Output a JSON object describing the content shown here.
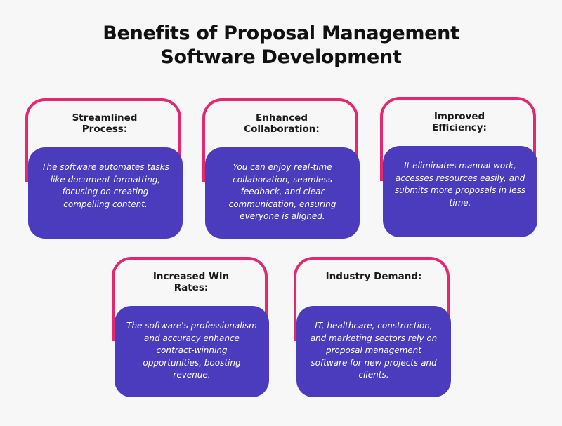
{
  "title": {
    "line1": "Benefits of Proposal Management",
    "line2": "Software Development"
  },
  "colors": {
    "background": "#f7f7f7",
    "frame": "#e4286f",
    "card_body": "#4b3bbd",
    "heading_text": "#1a1a1a",
    "body_text": "#ffffff"
  },
  "cards": [
    {
      "heading": "Streamlined Process:",
      "body": "The software automates tasks like document formatting, focusing on creating compelling content."
    },
    {
      "heading": "Enhanced Collaboration:",
      "body": "You can enjoy real-time collaboration, seamless feedback, and clear communication, ensuring everyone is aligned."
    },
    {
      "heading": "Improved Efficiency:",
      "body": "It eliminates manual work, accesses resources easily, and submits more proposals in less time."
    },
    {
      "heading": "Increased Win Rates:",
      "body": "The software's professionalism and accuracy enhance contract-winning opportunities, boosting revenue."
    },
    {
      "heading": "Industry Demand:",
      "body": "IT, healthcare, construction, and marketing sectors rely on proposal management software for new projects and clients."
    }
  ]
}
